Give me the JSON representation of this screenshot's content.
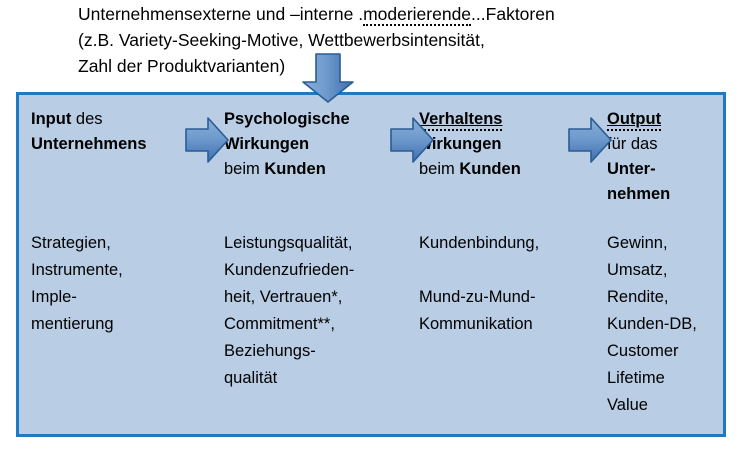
{
  "caption": {
    "line1_pre": "Unternehmensexterne und –interne ",
    "line1_blank": "moderierende",
    "line1_dots_lead": ".",
    "line1_dots_trail": "...",
    "line1_post": "Faktoren",
    "line2": "(z.B. Variety-Seeking-Motive, Wettbewerbsintensität,",
    "line3": "Zahl der Produktvarianten)"
  },
  "colors": {
    "panel_fill": "#b9cde4",
    "panel_border": "#1f7ac0",
    "arrow_fill_light": "#7da7d4",
    "arrow_fill_dark": "#4a7ebb",
    "arrow_border": "#2a5c96",
    "text": "#000000"
  },
  "columns": [
    {
      "id": "input",
      "head": [
        {
          "bold": "Input",
          "plain": " des"
        },
        {
          "bold": "Unternehmens",
          "plain": ""
        }
      ],
      "body": [
        "Strategien,",
        "Instrumente,",
        "Imple-",
        "mentierung"
      ]
    },
    {
      "id": "psychologische-wirkungen",
      "head": [
        {
          "bold": "Psychologische",
          "plain": ""
        },
        {
          "bold": "Wirkungen",
          "plain": ""
        },
        {
          "plain": "beim ",
          "bold": "Kunden"
        }
      ],
      "body": [
        "Leistungsqualität,",
        "Kundenzufrieden-",
        "heit, Vertrauen*,",
        "Commitment**,",
        "Beziehungs-",
        "qualität"
      ]
    },
    {
      "id": "verhaltenswirkungen",
      "head": [
        {
          "underlined": "Verhaltens"
        },
        {
          "bold": "wirkungen",
          "plain": ""
        },
        {
          "plain": "beim ",
          "bold": "Kunden"
        }
      ],
      "body": [
        "Kundenbindung,",
        "",
        "Mund-zu-Mund-",
        "Kommunikation"
      ]
    },
    {
      "id": "output",
      "head": [
        {
          "underlined": "Output"
        },
        {
          "plain": "für das",
          "bold": ""
        },
        {
          "bold": "Unter-",
          "plain": ""
        },
        {
          "bold": "nehmen",
          "plain": ""
        }
      ],
      "body": [
        "Gewinn,",
        "Umsatz,",
        "Rendite,",
        "Kunden-DB,",
        "Customer",
        "Lifetime",
        "Value"
      ]
    }
  ],
  "arrows": {
    "down_label": "down-arrow",
    "right_label": "right-arrow"
  }
}
